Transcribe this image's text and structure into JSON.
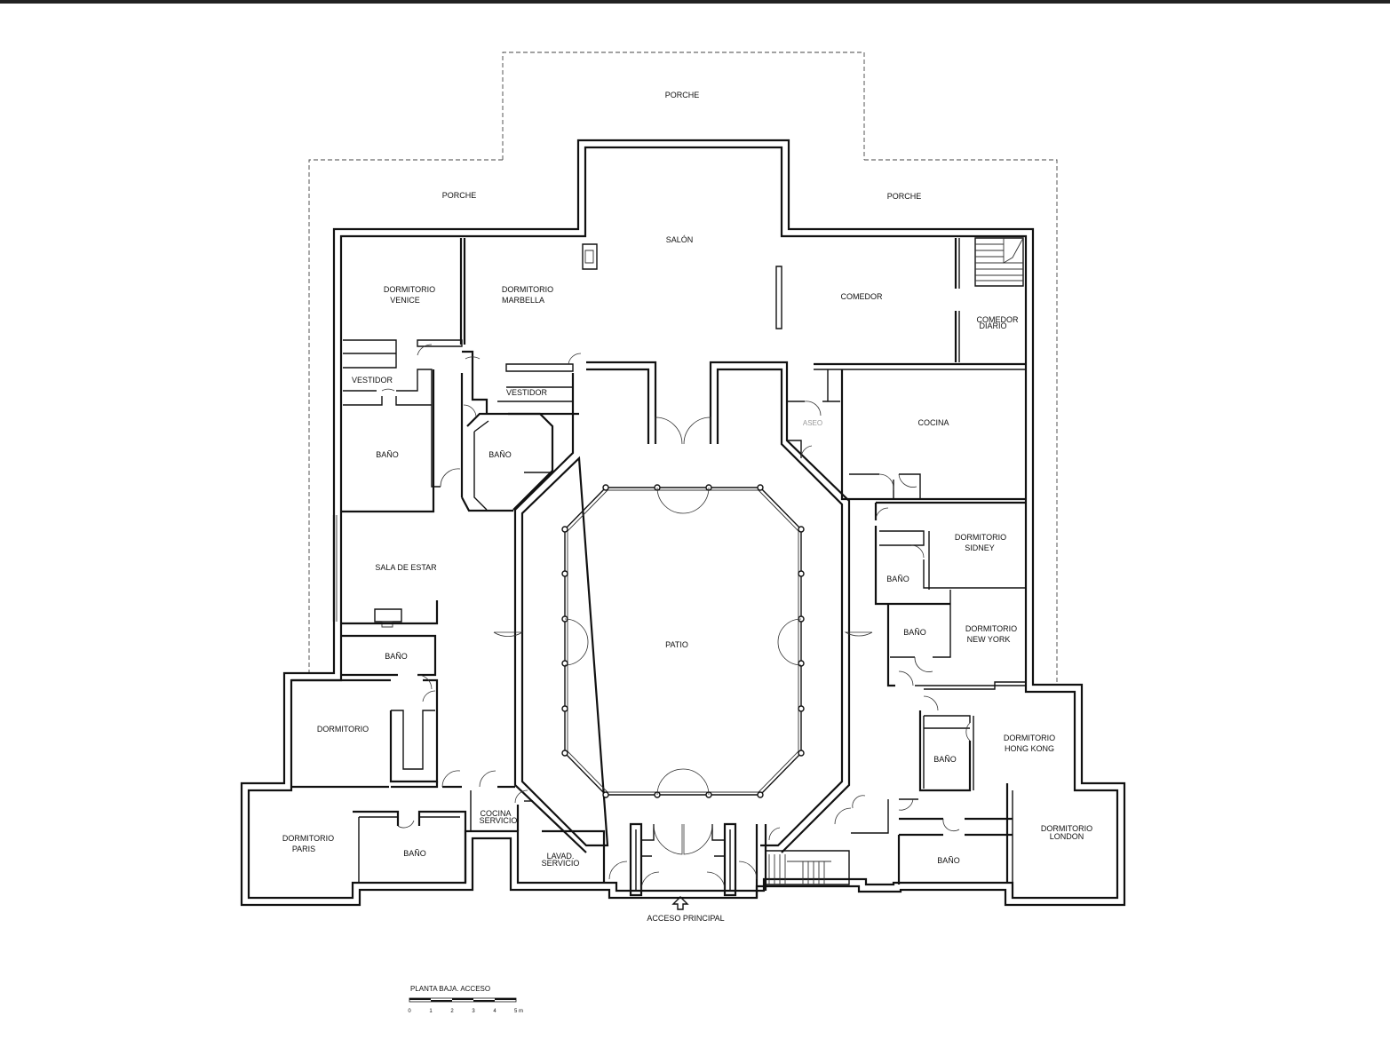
{
  "rooms": {
    "porche_top": "PORCHE",
    "porche_left": "PORCHE",
    "porche_right": "PORCHE",
    "salon": "SALÓN",
    "dormitorio_venice": [
      "DORMITORIO",
      "VENICE"
    ],
    "dormitorio_marbella": [
      "DORMITORIO",
      "MARBELLA"
    ],
    "vestidor_left": "VESTIDOR",
    "vestidor_mid": "VESTIDOR",
    "bano_venice": "BAÑO",
    "bano_marbella": "BAÑO",
    "comedor": "COMEDOR",
    "comedor_diario": [
      "COMEDOR",
      "DIARIO"
    ],
    "aseo": "ASEO",
    "cocina": "COCINA",
    "sala_de_estar": "SALA DE ESTAR",
    "patio": "PATIO",
    "dormitorio_sidney": [
      "DORMITORIO",
      "SIDNEY"
    ],
    "bano_sidney": "BAÑO",
    "bano_newyork": "BAÑO",
    "dormitorio_newyork": [
      "DORMITORIO",
      "NEW YORK"
    ],
    "bano_left": "BAÑO",
    "dormitorio": "DORMITORIO",
    "dormitorio_hongkong": [
      "DORMITORIO",
      "HONG KONG"
    ],
    "bano_hongkong": "BAÑO",
    "dormitorio_paris": [
      "DORMITORIO",
      "PARIS"
    ],
    "bano_paris": "BAÑO",
    "cocina_servicio": [
      "COCINA",
      "SERVICIO"
    ],
    "lavad_servicio": [
      "LAVAD.",
      "SERVICIO"
    ],
    "dormitorio_london": [
      "DORMITORIO",
      "LONDON"
    ],
    "bano_london": "BAÑO",
    "acceso_principal": "ACCESO PRINCIPAL"
  },
  "scale": {
    "title": "PLANTA BAJA. ACCESO",
    "ticks": [
      "0",
      "1",
      "2",
      "3",
      "4",
      "5 m"
    ]
  }
}
